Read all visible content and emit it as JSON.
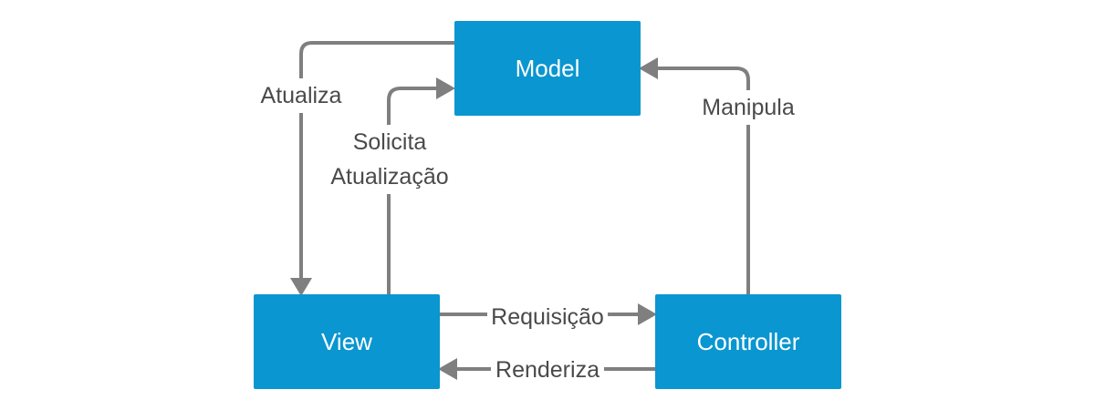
{
  "nodes": {
    "model": "Model",
    "view": "View",
    "controller": "Controller"
  },
  "edges": {
    "atualiza": "Atualiza",
    "solicita_line1": "Solicita",
    "solicita_line2": "Atualização",
    "manipula": "Manipula",
    "requisicao": "Requisição",
    "renderiza": "Renderiza"
  },
  "colors": {
    "box": "#0a96d0",
    "box_text": "#ffffff",
    "arrow": "#7f7f7f",
    "label_text": "#4a4a4a"
  }
}
